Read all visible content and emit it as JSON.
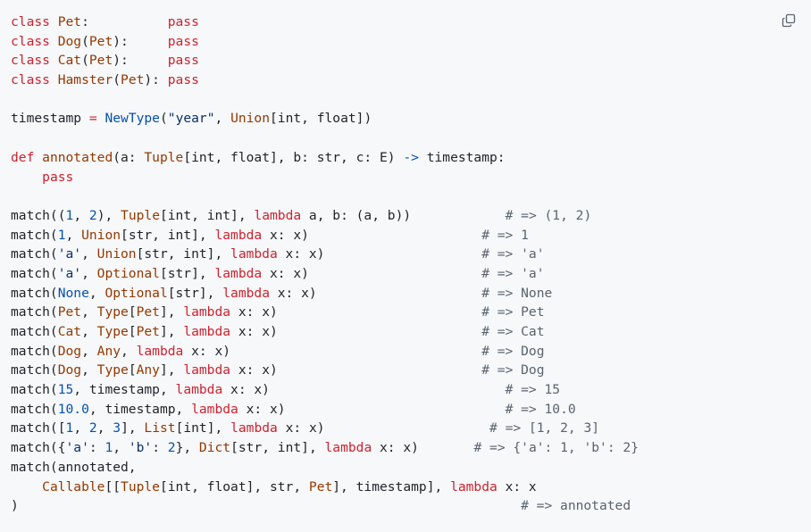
{
  "code": {
    "lines": [
      [
        [
          "k",
          "class "
        ],
        [
          "t",
          "Pet"
        ],
        [
          "p",
          ":          "
        ],
        [
          "k",
          "pass"
        ]
      ],
      [
        [
          "k",
          "class "
        ],
        [
          "t",
          "Dog"
        ],
        [
          "p",
          "("
        ],
        [
          "t",
          "Pet"
        ],
        [
          "p",
          "):     "
        ],
        [
          "k",
          "pass"
        ]
      ],
      [
        [
          "k",
          "class "
        ],
        [
          "t",
          "Cat"
        ],
        [
          "p",
          "("
        ],
        [
          "t",
          "Pet"
        ],
        [
          "p",
          "):     "
        ],
        [
          "k",
          "pass"
        ]
      ],
      [
        [
          "k",
          "class "
        ],
        [
          "t",
          "Hamster"
        ],
        [
          "p",
          "("
        ],
        [
          "t",
          "Pet"
        ],
        [
          "p",
          "): "
        ],
        [
          "k",
          "pass"
        ]
      ],
      [],
      [
        [
          "p",
          "timestamp "
        ],
        [
          "k",
          "="
        ],
        [
          "p",
          " "
        ],
        [
          "n",
          "NewType"
        ],
        [
          "p",
          "("
        ],
        [
          "s",
          "\"year\""
        ],
        [
          "p",
          ", "
        ],
        [
          "t",
          "Union"
        ],
        [
          "p",
          "[int, float])"
        ]
      ],
      [],
      [
        [
          "k",
          "def "
        ],
        [
          "t",
          "annotated"
        ],
        [
          "p",
          "(a: "
        ],
        [
          "t",
          "Tuple"
        ],
        [
          "p",
          "[int, float], b: str, c: E) "
        ],
        [
          "n",
          "->"
        ],
        [
          "p",
          " timestamp:"
        ]
      ],
      [
        [
          "p",
          "    "
        ],
        [
          "k",
          "pass"
        ]
      ],
      [],
      [
        [
          "p",
          "match(("
        ],
        [
          "n",
          "1"
        ],
        [
          "p",
          ", "
        ],
        [
          "n",
          "2"
        ],
        [
          "p",
          "), "
        ],
        [
          "t",
          "Tuple"
        ],
        [
          "p",
          "[int, int], "
        ],
        [
          "k",
          "lambda"
        ],
        [
          "p",
          " a, b: (a, b))            "
        ],
        [
          "c",
          "# => (1, 2)"
        ]
      ],
      [
        [
          "p",
          "match("
        ],
        [
          "n",
          "1"
        ],
        [
          "p",
          ", "
        ],
        [
          "t",
          "Union"
        ],
        [
          "p",
          "[str, int], "
        ],
        [
          "k",
          "lambda"
        ],
        [
          "p",
          " x: x)                      "
        ],
        [
          "c",
          "# => 1"
        ]
      ],
      [
        [
          "p",
          "match("
        ],
        [
          "s",
          "'a'"
        ],
        [
          "p",
          ", "
        ],
        [
          "t",
          "Union"
        ],
        [
          "p",
          "[str, int], "
        ],
        [
          "k",
          "lambda"
        ],
        [
          "p",
          " x: x)                    "
        ],
        [
          "c",
          "# => 'a'"
        ]
      ],
      [
        [
          "p",
          "match("
        ],
        [
          "s",
          "'a'"
        ],
        [
          "p",
          ", "
        ],
        [
          "t",
          "Optional"
        ],
        [
          "p",
          "[str], "
        ],
        [
          "k",
          "lambda"
        ],
        [
          "p",
          " x: x)                      "
        ],
        [
          "c",
          "# => 'a'"
        ]
      ],
      [
        [
          "p",
          "match("
        ],
        [
          "n",
          "None"
        ],
        [
          "p",
          ", "
        ],
        [
          "t",
          "Optional"
        ],
        [
          "p",
          "[str], "
        ],
        [
          "k",
          "lambda"
        ],
        [
          "p",
          " x: x)                     "
        ],
        [
          "c",
          "# => None"
        ]
      ],
      [
        [
          "p",
          "match("
        ],
        [
          "t",
          "Pet"
        ],
        [
          "p",
          ", "
        ],
        [
          "t",
          "Type"
        ],
        [
          "p",
          "["
        ],
        [
          "t",
          "Pet"
        ],
        [
          "p",
          "], "
        ],
        [
          "k",
          "lambda"
        ],
        [
          "p",
          " x: x)                          "
        ],
        [
          "c",
          "# => Pet"
        ]
      ],
      [
        [
          "p",
          "match("
        ],
        [
          "t",
          "Cat"
        ],
        [
          "p",
          ", "
        ],
        [
          "t",
          "Type"
        ],
        [
          "p",
          "["
        ],
        [
          "t",
          "Pet"
        ],
        [
          "p",
          "], "
        ],
        [
          "k",
          "lambda"
        ],
        [
          "p",
          " x: x)                          "
        ],
        [
          "c",
          "# => Cat"
        ]
      ],
      [
        [
          "p",
          "match("
        ],
        [
          "t",
          "Dog"
        ],
        [
          "p",
          ", "
        ],
        [
          "t",
          "Any"
        ],
        [
          "p",
          ", "
        ],
        [
          "k",
          "lambda"
        ],
        [
          "p",
          " x: x)                                "
        ],
        [
          "c",
          "# => Dog"
        ]
      ],
      [
        [
          "p",
          "match("
        ],
        [
          "t",
          "Dog"
        ],
        [
          "p",
          ", "
        ],
        [
          "t",
          "Type"
        ],
        [
          "p",
          "["
        ],
        [
          "t",
          "Any"
        ],
        [
          "p",
          "], "
        ],
        [
          "k",
          "lambda"
        ],
        [
          "p",
          " x: x)                          "
        ],
        [
          "c",
          "# => Dog"
        ]
      ],
      [
        [
          "p",
          "match("
        ],
        [
          "n",
          "15"
        ],
        [
          "p",
          ", timestamp, "
        ],
        [
          "k",
          "lambda"
        ],
        [
          "p",
          " x: x)                              "
        ],
        [
          "c",
          "# => 15"
        ]
      ],
      [
        [
          "p",
          "match("
        ],
        [
          "n",
          "10.0"
        ],
        [
          "p",
          ", timestamp, "
        ],
        [
          "k",
          "lambda"
        ],
        [
          "p",
          " x: x)                            "
        ],
        [
          "c",
          "# => 10.0"
        ]
      ],
      [
        [
          "p",
          "match(["
        ],
        [
          "n",
          "1"
        ],
        [
          "p",
          ", "
        ],
        [
          "n",
          "2"
        ],
        [
          "p",
          ", "
        ],
        [
          "n",
          "3"
        ],
        [
          "p",
          "], "
        ],
        [
          "t",
          "List"
        ],
        [
          "p",
          "[int], "
        ],
        [
          "k",
          "lambda"
        ],
        [
          "p",
          " x: x)                     "
        ],
        [
          "c",
          "# => [1, 2, 3]"
        ]
      ],
      [
        [
          "p",
          "match({"
        ],
        [
          "s",
          "'a'"
        ],
        [
          "p",
          ": "
        ],
        [
          "n",
          "1"
        ],
        [
          "p",
          ", "
        ],
        [
          "s",
          "'b'"
        ],
        [
          "p",
          ": "
        ],
        [
          "n",
          "2"
        ],
        [
          "p",
          "}, "
        ],
        [
          "t",
          "Dict"
        ],
        [
          "p",
          "[str, int], "
        ],
        [
          "k",
          "lambda"
        ],
        [
          "p",
          " x: x)       "
        ],
        [
          "c",
          "# => {'a': 1, 'b': 2}"
        ]
      ],
      [
        [
          "p",
          "match(annotated,"
        ]
      ],
      [
        [
          "p",
          "    "
        ],
        [
          "t",
          "Callable"
        ],
        [
          "p",
          "[["
        ],
        [
          "t",
          "Tuple"
        ],
        [
          "p",
          "[int, float], str, "
        ],
        [
          "t",
          "Pet"
        ],
        [
          "p",
          "], timestamp], "
        ],
        [
          "k",
          "lambda"
        ],
        [
          "p",
          " x: x"
        ]
      ],
      [
        [
          "p",
          ")                                                                "
        ],
        [
          "c",
          "# => annotated"
        ]
      ]
    ]
  },
  "toolbar": {
    "copy_icon": "copy-icon"
  }
}
